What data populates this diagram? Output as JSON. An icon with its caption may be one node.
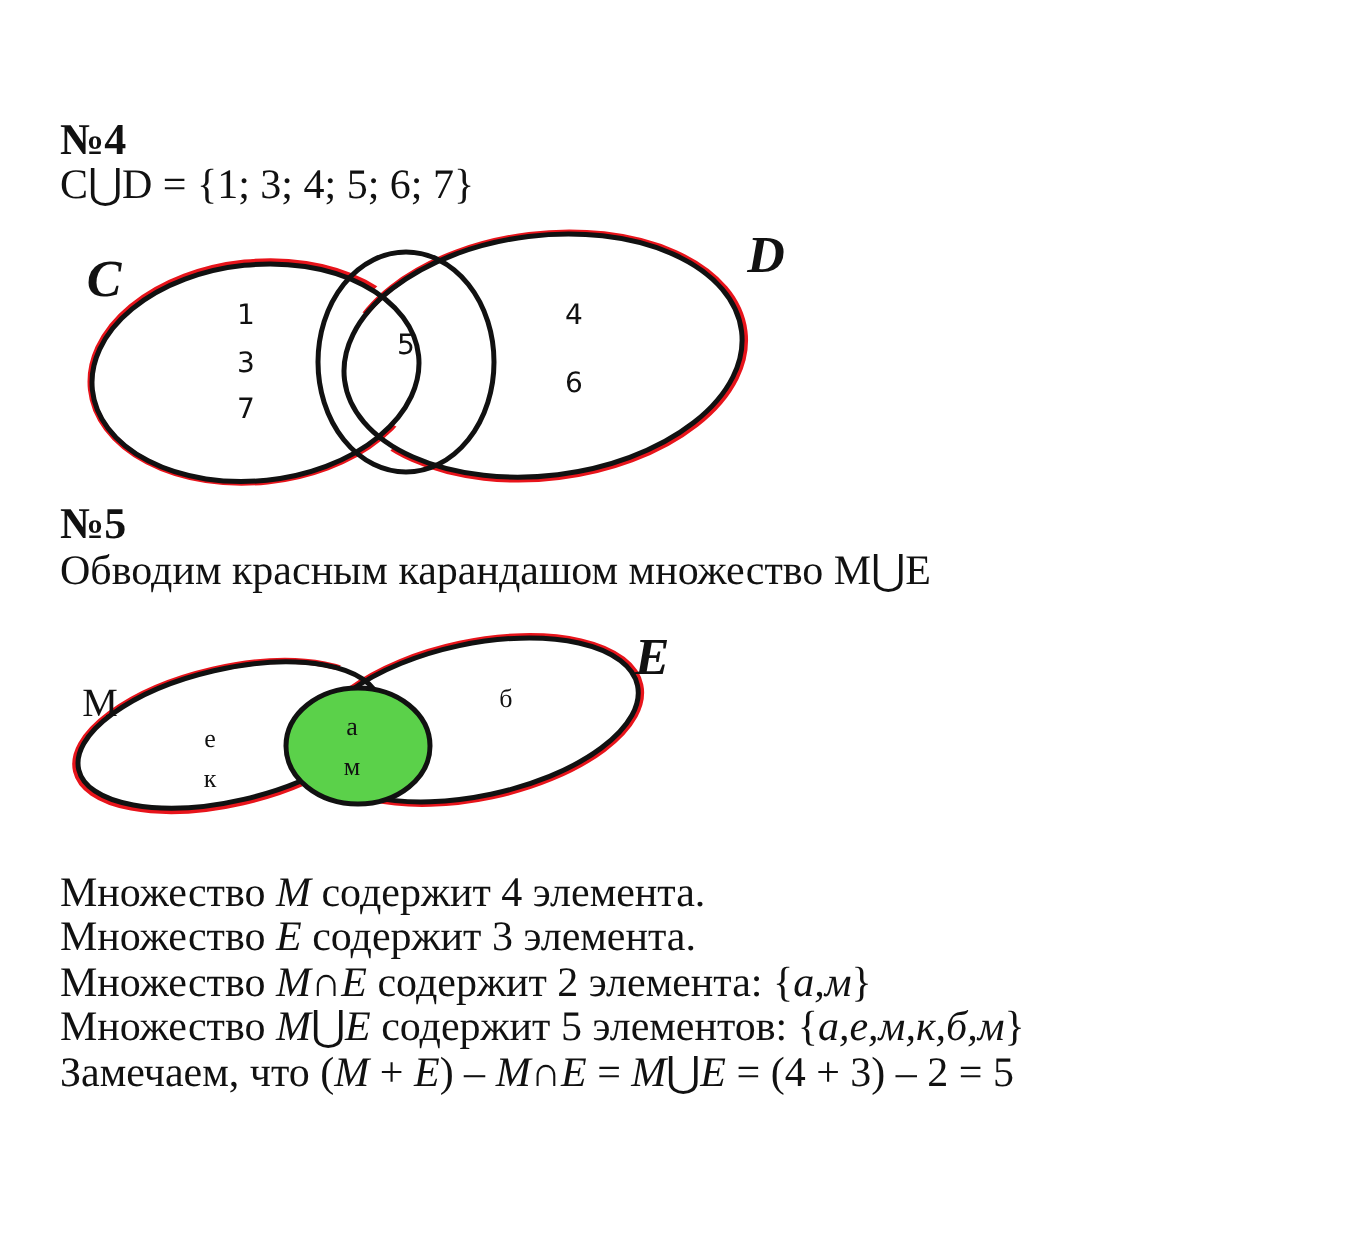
{
  "diagram": {
    "nodes": [
      {
        "text": [
          "C",
          "1",
          "3",
          "7"
        ]
      },
      {
        "text": [
          "D",
          "4",
          "6"
        ]
      },
      {
        "text": [
          "5"
        ]
      },
      {
        "text": [
          "M",
          "е",
          "к"
        ]
      },
      {
        "text": [
          "E",
          "б"
        ]
      },
      {
        "text": [
          "а",
          "м"
        ]
      }
    ],
    "edges": [],
    "labels": [
      "№4",
      "C⋃D = {1; 3; 4; 5; 6; 7}",
      "№5",
      "Обводим красным карандашом множество M⋃E",
      "Множество *M* содержит 4 элемента.",
      "Множество *E* содержит 3 элемента.",
      "Множество *M*∩*E* содержит 2 элемента: {*а,м*}",
      "Множество *M*⋃*E* содержит 5 элементов: {*а,е,м,к,б,м*}",
      "Замечаем, что (*M* + *E*) – *M*∩*E* = *M*⋃*E* = (4 + 3) – 2 = 5"
    ]
  }
}
